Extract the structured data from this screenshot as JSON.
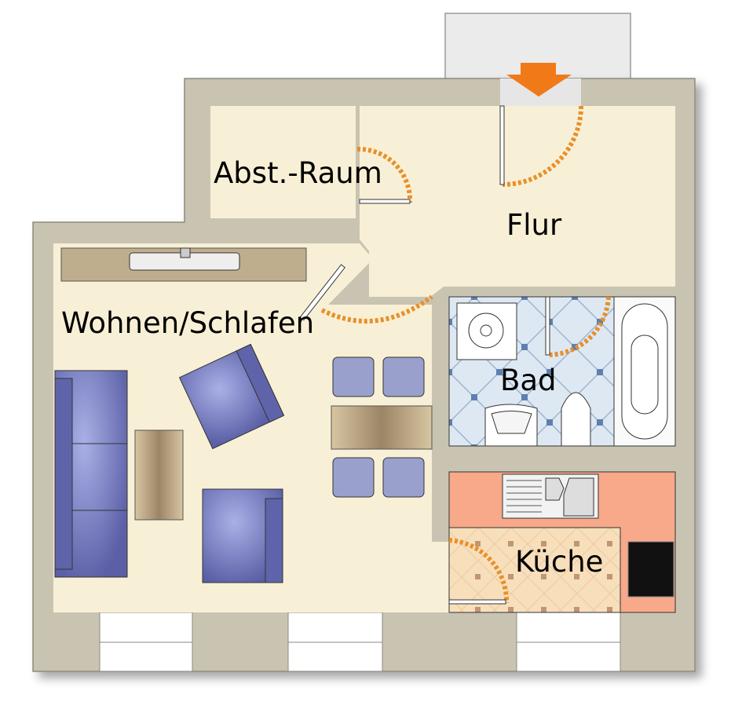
{
  "rooms": {
    "storage": "Abst.-Raum",
    "hallway": "Flur",
    "living": "Wohnen/Schlafen",
    "bathroom": "Bad",
    "kitchen": "Küche"
  },
  "colors": {
    "wall": "#c9c4b2",
    "floor": "#f8f0d6",
    "entry_arrow": "#f07a18",
    "door_arc": "#e8902a",
    "sofa": "#6d72b4",
    "bath_tile": "#dbe6f2",
    "kitchen_counter": "#f7a98a",
    "kitchen_floor": "#f7dcb8"
  },
  "icons": [
    "entry-arrow-icon"
  ]
}
